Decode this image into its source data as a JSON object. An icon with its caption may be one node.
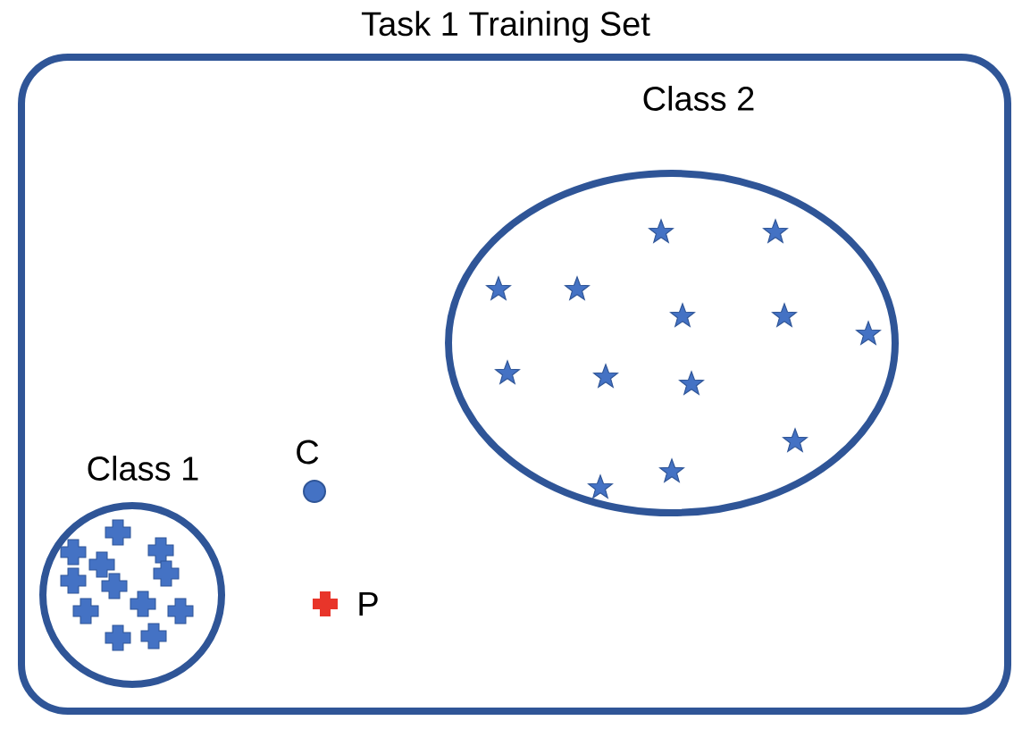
{
  "diagram": {
    "nodes": [
      {
        "text": [
          "Task 1 Training Set"
        ]
      },
      {
        "text": [
          "Class 2"
        ],
        "in": 0
      },
      {
        "text": [
          "Class 1"
        ],
        "in": 0
      }
    ],
    "labels": [
      "C",
      "P"
    ]
  }
}
